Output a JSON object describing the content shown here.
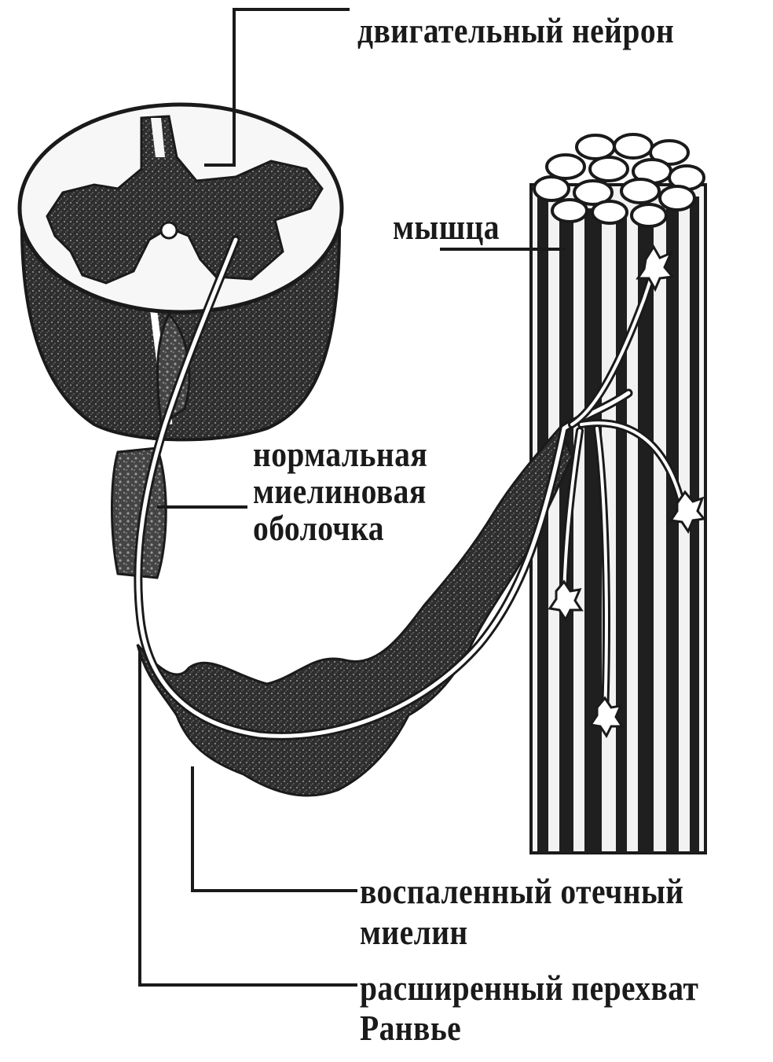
{
  "labels": {
    "motor_neuron": "двигательный нейрон",
    "muscle": "мышца",
    "normal_myelin": [
      "нормальная",
      "миелиновая",
      "оболочка"
    ],
    "inflamed_myelin": [
      "воспаленный отечный",
      "миелин"
    ],
    "ranvier": [
      "расширенный перехват",
      "Ранвье"
    ]
  },
  "colors": {
    "ink": "#1a1a1a",
    "tissue": "#3a3a3a",
    "myelin_light": "#6b6b6b",
    "background": "#ffffff"
  }
}
